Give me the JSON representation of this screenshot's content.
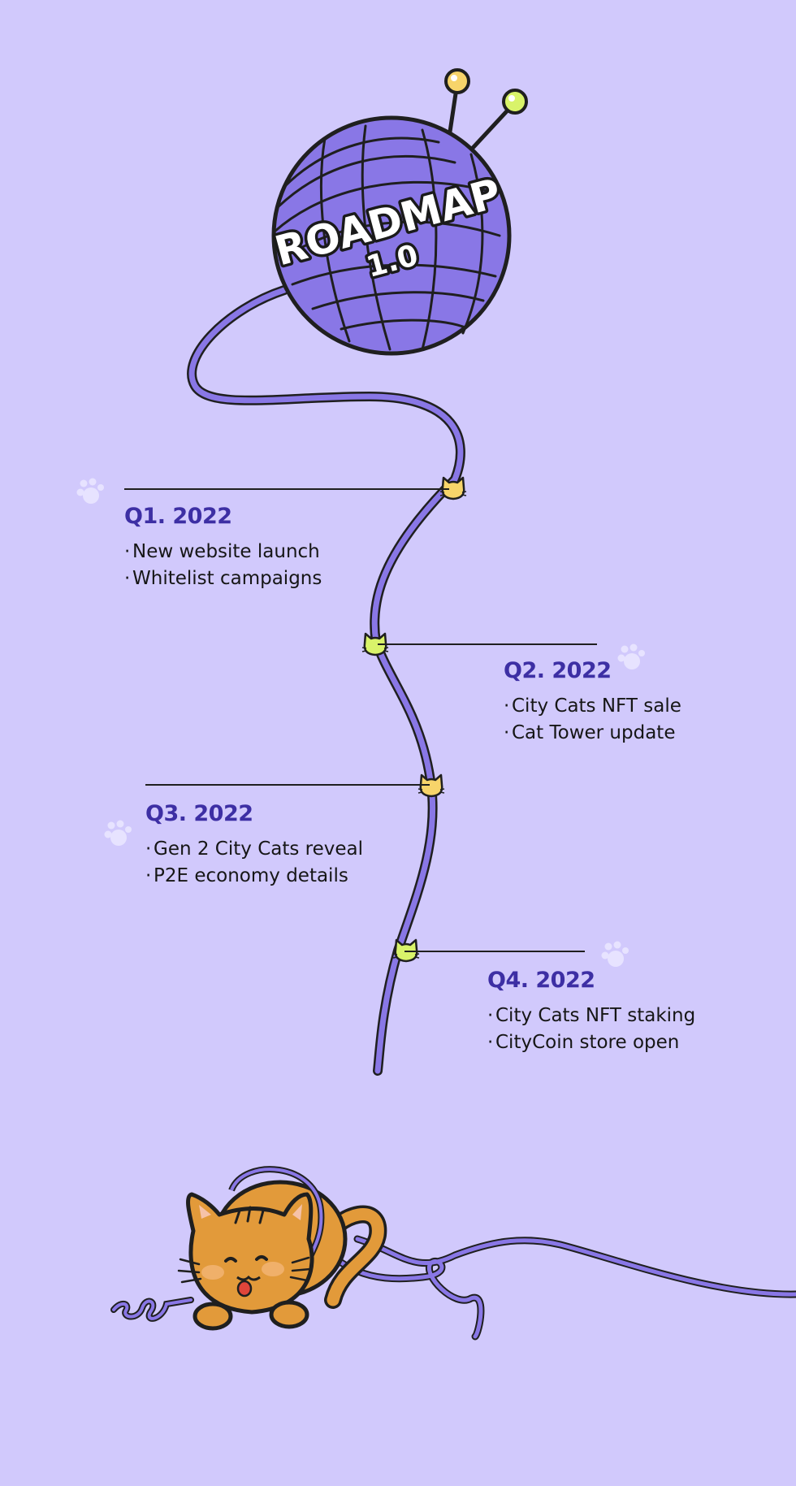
{
  "logo": {
    "title": "ROADMAP",
    "version": "1.0"
  },
  "colors": {
    "background": "#d1c9fc",
    "yarn": "#8977e6",
    "outline": "#1f1f1f",
    "heading": "#3d2fa4",
    "knob_yellow": "#f7d46a",
    "knob_green": "#d9f36a",
    "cat_orange": "#e29a3a"
  },
  "milestones": [
    {
      "title": "Q1. 2022",
      "items": [
        "New website launch",
        "Whitelist campaigns"
      ],
      "marker": "yellow-cat-head-icon"
    },
    {
      "title": "Q2. 2022",
      "items": [
        "City Cats NFT sale",
        "Cat Tower update"
      ],
      "marker": "green-cat-head-icon"
    },
    {
      "title": "Q3. 2022",
      "items": [
        "Gen 2 City Cats reveal",
        "P2E economy details"
      ],
      "marker": "yellow-cat-head-icon"
    },
    {
      "title": "Q4. 2022",
      "items": [
        "City Cats NFT staking",
        "CityCoin store open"
      ],
      "marker": "green-cat-head-icon"
    }
  ],
  "bullet": "·"
}
